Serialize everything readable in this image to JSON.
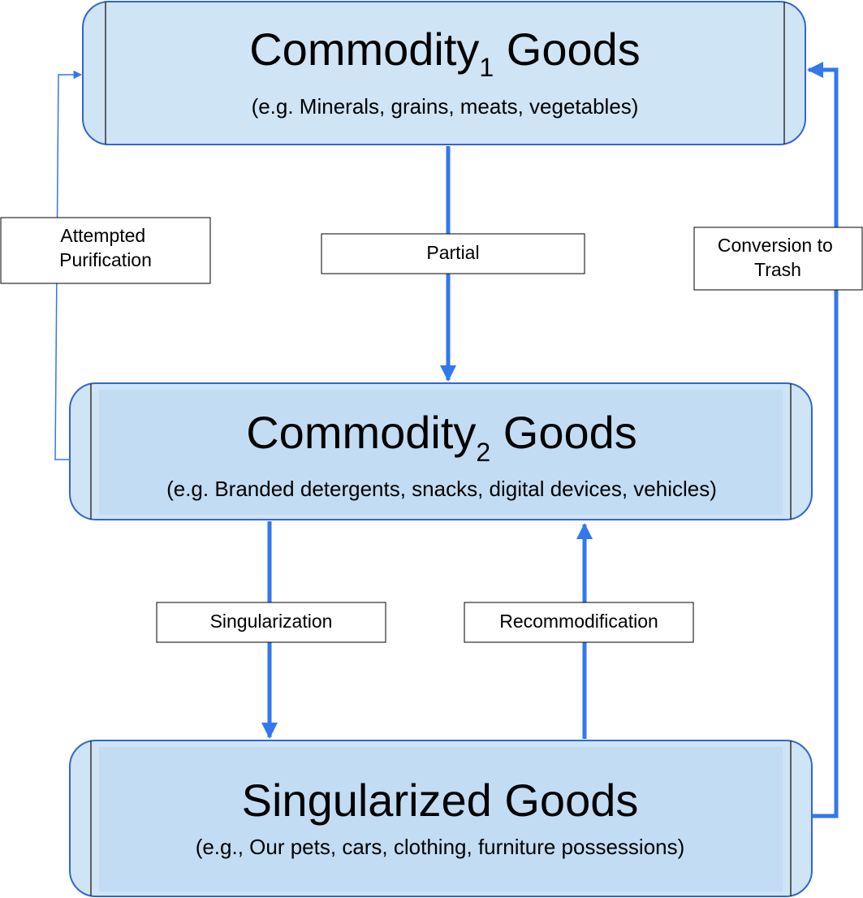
{
  "colors": {
    "box_fill": "#cfe4f5",
    "box_border": "#3366cc",
    "arrow": "#3377ee",
    "label_border": "#000000",
    "label_fill": "#ffffff"
  },
  "nodes": {
    "commodity1": {
      "title_main": "Commodity",
      "title_subscript": "1",
      "title_rest": " Goods",
      "example": "(e.g. Minerals, grains, meats, vegetables)"
    },
    "commodity2": {
      "title_main": "Commodity",
      "title_subscript": "2",
      "title_rest": " Goods",
      "example": "(e.g. Branded detergents, snacks, digital devices, vehicles)"
    },
    "singularized": {
      "title": "Singularized Goods",
      "example": "(e.g., Our pets, cars, clothing, furniture possessions)"
    }
  },
  "edges": {
    "attempted_purification": {
      "line1": "Attempted",
      "line2": "Purification"
    },
    "partial": {
      "label": "Partial"
    },
    "conversion_to_trash": {
      "line1": "Conversion to",
      "line2": "Trash"
    },
    "singularization": {
      "label": "Singularization"
    },
    "recommodification": {
      "label": "Recommodification"
    }
  }
}
